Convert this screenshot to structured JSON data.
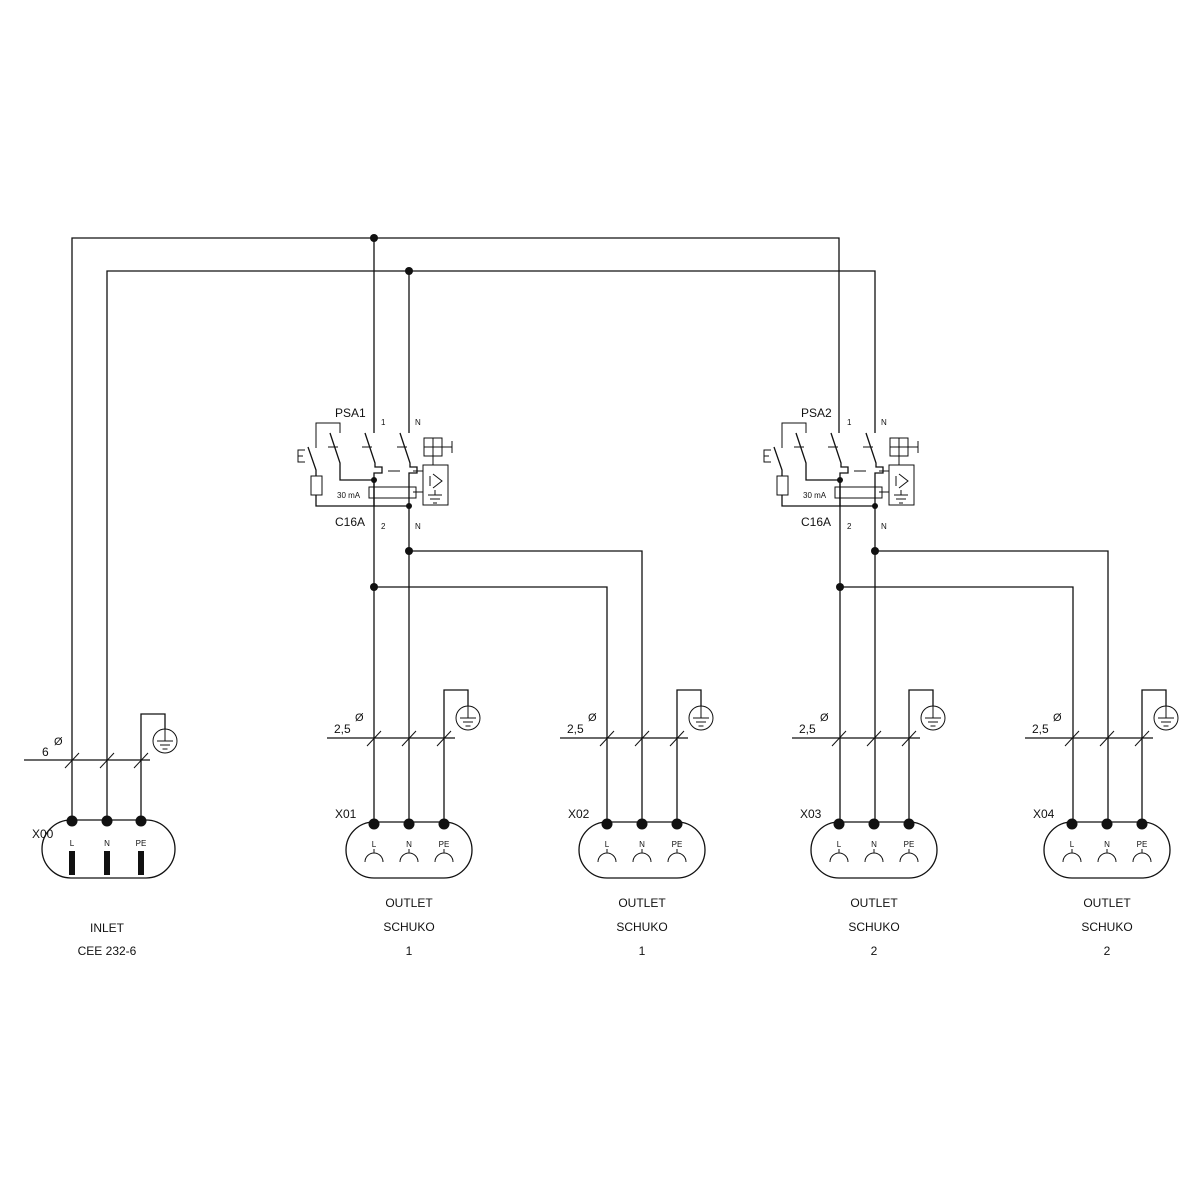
{
  "diameter_symbol": "Ø",
  "inlet": {
    "id": "X00",
    "cross_section": "6",
    "pins": [
      "L",
      "N",
      "PE"
    ],
    "label": "INLET",
    "type": "CEE 232-6"
  },
  "breakers": [
    {
      "id": "PSA1",
      "rating": "C16A",
      "residual_current": "30 mA",
      "terminals_in": [
        "1",
        "N"
      ],
      "terminals_out": [
        "2",
        "N"
      ]
    },
    {
      "id": "PSA2",
      "rating": "C16A",
      "residual_current": "30 mA",
      "terminals_in": [
        "1",
        "N"
      ],
      "terminals_out": [
        "2",
        "N"
      ]
    }
  ],
  "outlets": [
    {
      "id": "X01",
      "cross_section": "2,5",
      "pins": [
        "L",
        "N",
        "PE"
      ],
      "label": "OUTLET",
      "type": "SCHUKO",
      "circuit": "1"
    },
    {
      "id": "X02",
      "cross_section": "2,5",
      "pins": [
        "L",
        "N",
        "PE"
      ],
      "label": "OUTLET",
      "type": "SCHUKO",
      "circuit": "1"
    },
    {
      "id": "X03",
      "cross_section": "2,5",
      "pins": [
        "L",
        "N",
        "PE"
      ],
      "label": "OUTLET",
      "type": "SCHUKO",
      "circuit": "2"
    },
    {
      "id": "X04",
      "cross_section": "2,5",
      "pins": [
        "L",
        "N",
        "PE"
      ],
      "label": "OUTLET",
      "type": "SCHUKO",
      "circuit": "2"
    }
  ]
}
